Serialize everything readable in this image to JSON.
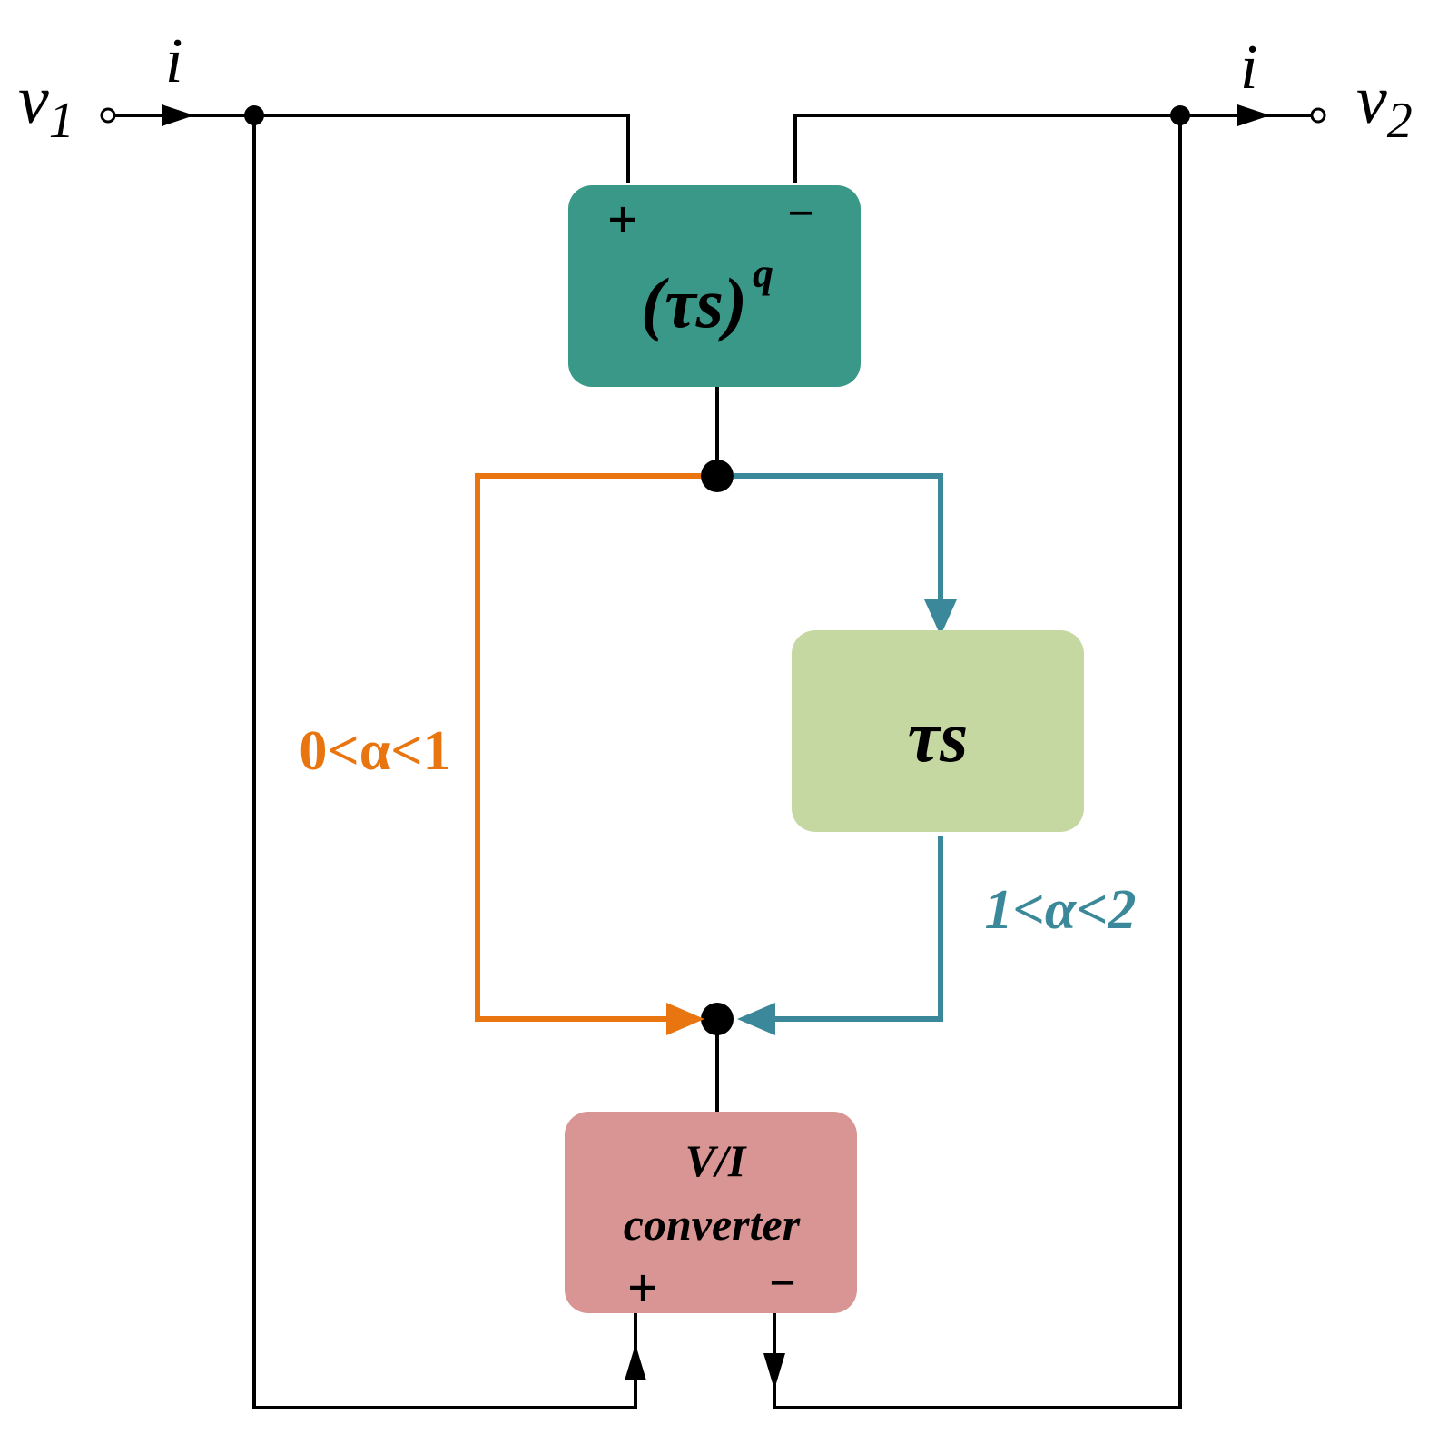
{
  "terminals": {
    "v1": {
      "symbol": "v",
      "subscript": "1"
    },
    "v2": {
      "symbol": "v",
      "subscript": "2"
    },
    "current_left": "i",
    "current_right": "i"
  },
  "blocks": {
    "fractional": {
      "base": "(τs)",
      "exponent": "q",
      "plus": "+",
      "minus": "−"
    },
    "integrator": {
      "label": "τs"
    },
    "converter": {
      "line1": "V/I",
      "line2": "converter",
      "plus": "+",
      "minus": "−"
    }
  },
  "branches": {
    "left": {
      "label": "0<α<1"
    },
    "right": {
      "label": "1<α<2"
    }
  },
  "colors": {
    "wire": "#000000",
    "orange": "#E8750F",
    "teal": "#3A8899",
    "fractional_block": "#3A9888",
    "integrator_block": "#C5D8A1",
    "converter_block": "#D99593"
  }
}
